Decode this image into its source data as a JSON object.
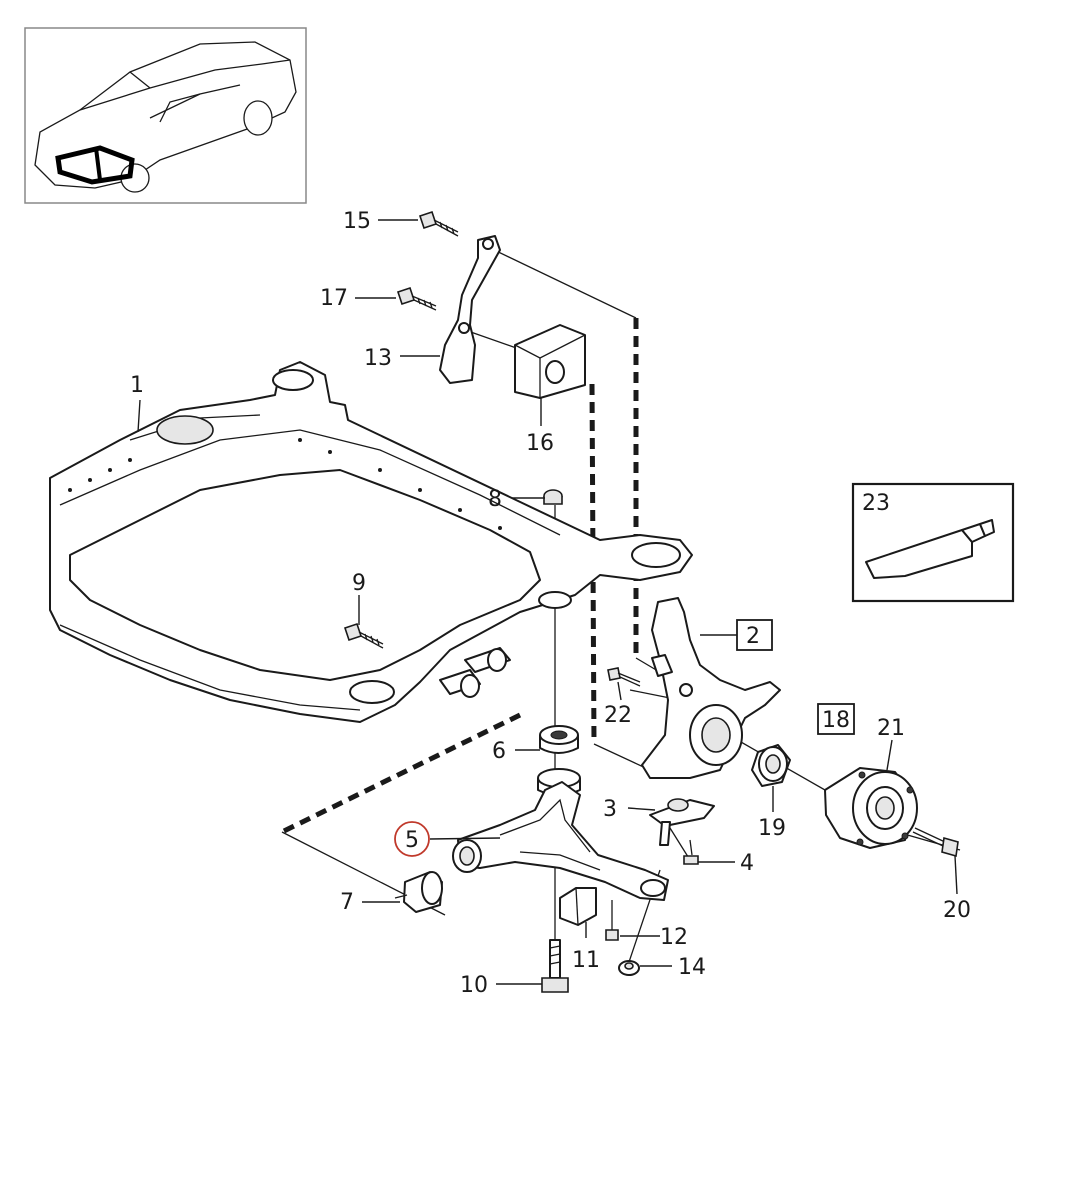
{
  "labels": {
    "p1": "1",
    "p2": "2",
    "p3": "3",
    "p4": "4",
    "p5": "5",
    "p6": "6",
    "p7": "7",
    "p8": "8",
    "p9": "9",
    "p10": "10",
    "p11": "11",
    "p12": "12",
    "p13": "13",
    "p14": "14",
    "p15": "15",
    "p16": "16",
    "p17": "17",
    "p18": "18",
    "p19": "19",
    "p20": "20",
    "p21": "21",
    "p22": "22",
    "p23": "23"
  },
  "highlight_color": "#c0392b",
  "icons": {
    "thumbnail": "car-outline-icon",
    "kit": "grease-tube-icon"
  }
}
